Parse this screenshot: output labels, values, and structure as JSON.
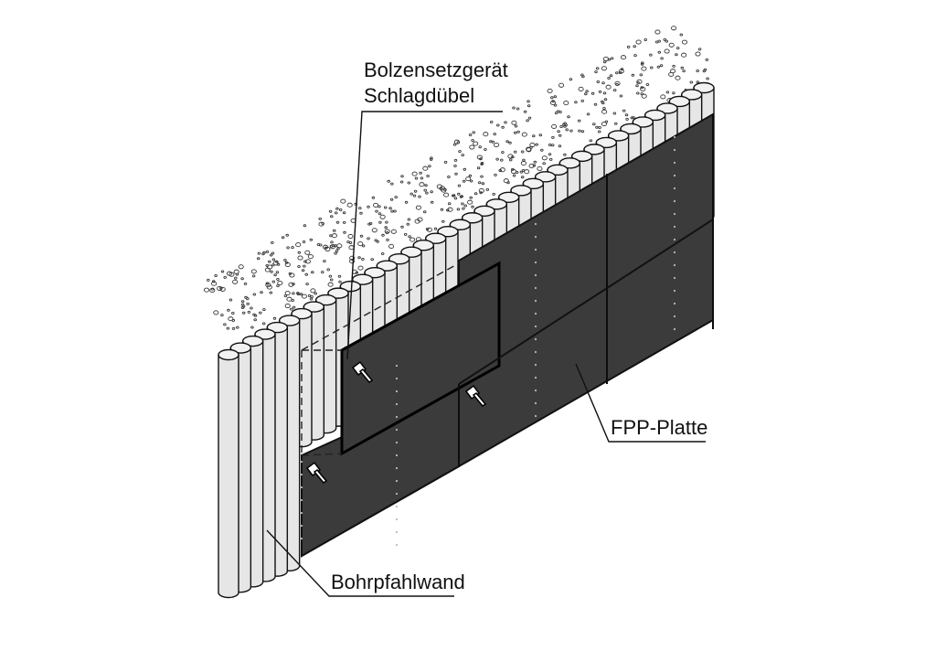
{
  "labels": {
    "bolt_tool": "Bolzensetzgerät",
    "anchor": "Schlagdübel",
    "panel": "FPP-Platte",
    "pile_wall": "Bohrpfahlwand"
  },
  "colors": {
    "panel": "#3b3b3b",
    "pile_fill": "#e6e6e6",
    "pile_top": "#f2f2f2",
    "soil_dots": "#333333",
    "line": "#111111"
  },
  "icons": {
    "fastener": "bolt-icon"
  }
}
